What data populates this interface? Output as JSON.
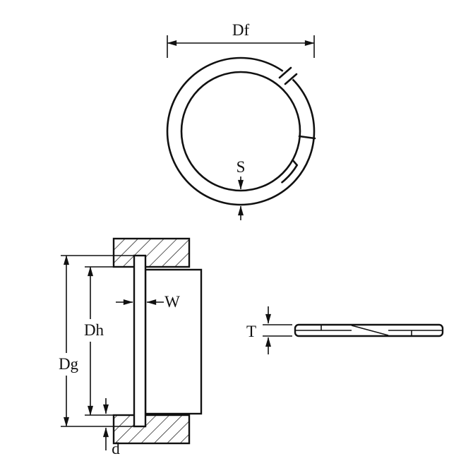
{
  "colors": {
    "line": "#111111",
    "background": "#ffffff"
  },
  "labels": {
    "free_diameter": "Df",
    "radial_wall": "S",
    "bore_diameter": "Dh",
    "groove_diameter": "Dg",
    "section_width": "W",
    "groove_depth": "d",
    "thickness": "T"
  }
}
